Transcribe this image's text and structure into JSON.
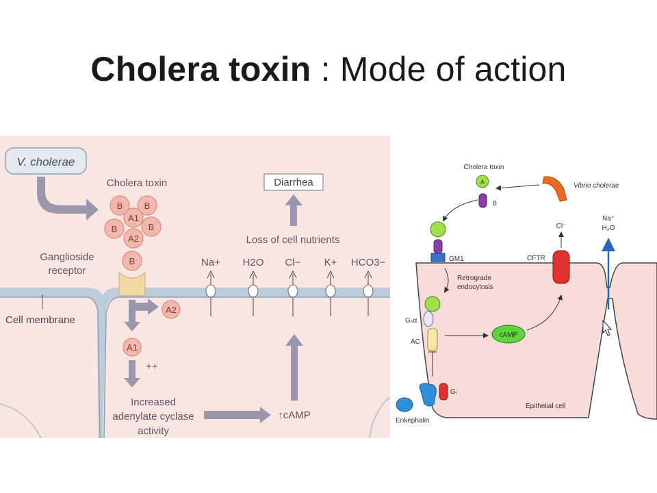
{
  "title": {
    "bold": "Cholera toxin",
    "rest": " : Mode of action"
  },
  "left": {
    "organism": "V. cholerae",
    "toxin": "Cholera toxin",
    "subunit_b": "B",
    "subunit_a1": "A1",
    "subunit_a2": "A2",
    "ganglioside_line1": "Ganglioside",
    "ganglioside_line2": "receptor",
    "membrane": "Cell membrane",
    "plusplus": "++",
    "adenylate_line1": "Increased",
    "adenylate_line2": "adenylate cyclase",
    "adenylate_line3": "activity",
    "camp": "↑cAMP",
    "diarrhea": "Diarrhea",
    "loss": "Loss of cell nutrients",
    "ions": [
      "Na+",
      "H2O",
      "Cl−",
      "K+",
      "HCO3−"
    ]
  },
  "right": {
    "toxin": "Cholera toxin",
    "vibrio": "Vibrio cholerae",
    "a": "A",
    "b": "B",
    "gm1": "GM1",
    "retro_line1": "Retrograde",
    "retro_line2": "endocytosis",
    "cl": "Cl⁻",
    "cftr": "CFTR",
    "na": "Na⁺",
    "h2o": "H₂O",
    "gsa": "Gₛα",
    "ac": "AC",
    "camp": "cAMP",
    "gi": "Gᵢ",
    "enkephalin": "Enkephalin",
    "epithelial": "Epithelial cell"
  },
  "colors": {
    "left_bg": "#f9e6e3",
    "membrane": "#bcccd8",
    "arrow": "#9a96ab",
    "ball": "#f2b8ae",
    "right_cell": "#f7dcda"
  }
}
